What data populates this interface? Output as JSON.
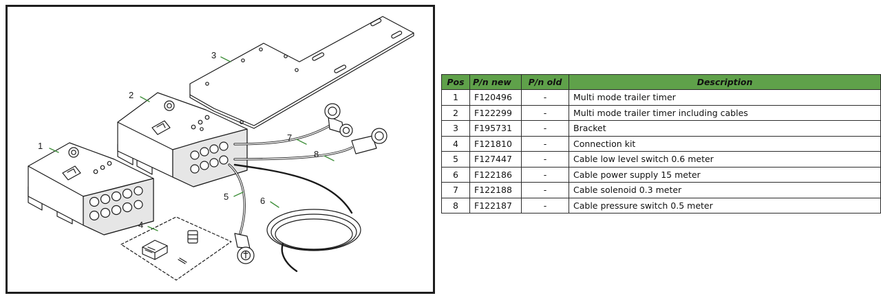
{
  "figure": {
    "callouts": [
      "1",
      "2",
      "3",
      "4",
      "5",
      "6",
      "7",
      "8"
    ],
    "colors": {
      "leader": "#3f8f3a",
      "line": "#1a1a1a",
      "frame": "#1e1e1e"
    }
  },
  "table": {
    "header_color": "#5fa14a",
    "headers": {
      "pos": "Pos",
      "pn_new": "P/n new",
      "pn_old": "P/n old",
      "description": "Description"
    },
    "rows": [
      {
        "pos": "1",
        "pn_new": "F120496",
        "pn_old": "-",
        "description": "Multi mode trailer timer"
      },
      {
        "pos": "2",
        "pn_new": "F122299",
        "pn_old": "-",
        "description": "Multi mode trailer timer including cables"
      },
      {
        "pos": "3",
        "pn_new": "F195731",
        "pn_old": "-",
        "description": "Bracket"
      },
      {
        "pos": "4",
        "pn_new": "F121810",
        "pn_old": "-",
        "description": "Connection kit"
      },
      {
        "pos": "5",
        "pn_new": "F127447",
        "pn_old": "-",
        "description": "Cable low level switch 0.6 meter"
      },
      {
        "pos": "6",
        "pn_new": "F122186",
        "pn_old": "-",
        "description": "Cable power supply 15 meter"
      },
      {
        "pos": "7",
        "pn_new": "F122188",
        "pn_old": "-",
        "description": "Cable solenoid 0.3 meter"
      },
      {
        "pos": "8",
        "pn_new": "F122187",
        "pn_old": "-",
        "description": "Cable pressure switch 0.5 meter"
      }
    ]
  }
}
